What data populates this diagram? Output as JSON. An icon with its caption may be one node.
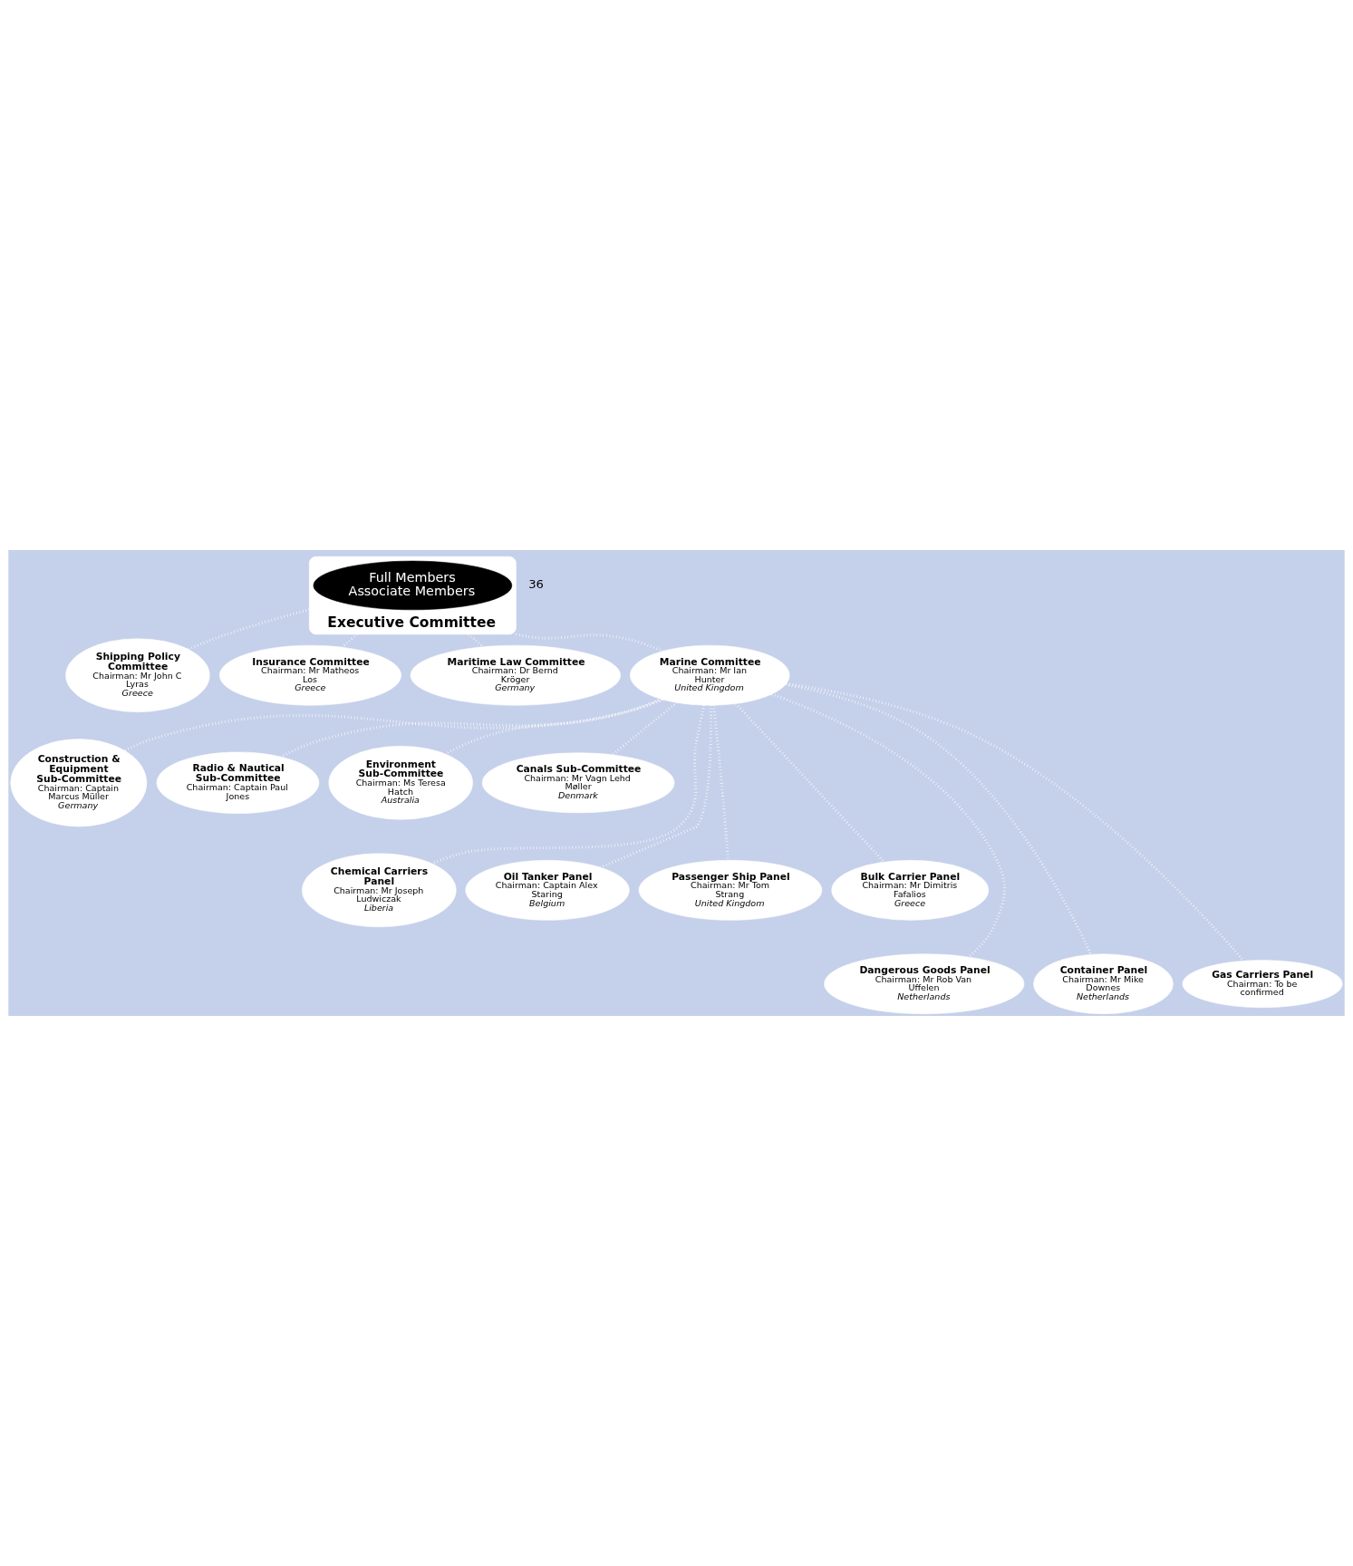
{
  "diagram": {
    "nodes": [
      {
        "text": [
          "Shipping Policy Committee",
          "Chairman: Mr John C Lyras",
          "Greece"
        ]
      },
      {
        "text": [
          "Insurance Committee",
          "Chairman: Mr Matheos Los",
          "Greece"
        ]
      },
      {
        "text": [
          "Maritime Law Committee",
          "Chairman: Dr Bernd Kröger",
          "Germany"
        ]
      },
      {
        "text": [
          "Executive Committee"
        ]
      },
      {
        "text": [
          "Full Members",
          "Associate Members"
        ],
        "in": 3
      },
      {
        "text": [
          "Construction & Equipment Sub-Committee",
          "Chairman: Captain Marcus Müller",
          "Germany"
        ]
      },
      {
        "text": [
          "Radio & Nautical Sub-Committee",
          "Chairman: Captain Paul Jones"
        ]
      },
      {
        "text": [
          "Environment Sub-Committee",
          "Chairman: Ms Teresa Hatch",
          "Australia"
        ]
      },
      {
        "text": [
          "Canals Sub-Committee",
          "Chairman: Mr Vagn Lehd Møller",
          "Denmark"
        ]
      },
      {
        "text": [
          "Marine Committee",
          "Chairman: Mr Ian Hunter",
          "United Kingdom"
        ]
      },
      {
        "text": [
          "Chemical Carriers Panel",
          "Chairman: Mr Joseph Ludwiczak",
          "Liberia"
        ]
      },
      {
        "text": [
          "Oil Tanker Panel",
          "Chairman: Captain Alex Staring",
          "Belgium"
        ]
      },
      {
        "text": [
          "Passenger Ship Panel",
          "Chairman: Mr Tom Strang",
          "United Kingdom"
        ]
      },
      {
        "text": [
          "Bulk Carrier Panel",
          "Chairman: Mr Dimitris Fafalios",
          "Greece"
        ]
      },
      {
        "text": [
          "Dangerous Goods Panel",
          "Chairman: Mr Rob Van Uffelen",
          "Netherlands"
        ]
      },
      {
        "text": [
          "Container Panel",
          "Chairman: Mr Mike Downes",
          "Netherlands"
        ]
      },
      {
        "text": [
          "Gas Carriers Panel",
          "Chairman: To be confirmed"
        ]
      }
    ],
    "edges": [
      {
        "from": 3,
        "to": 1,
        "arrow": "none"
      },
      {
        "from": 3,
        "to": 0,
        "arrow": "none"
      },
      {
        "from": 3,
        "to": 2,
        "arrow": "none"
      },
      {
        "from": 3,
        "to": 9,
        "arrow": "none"
      },
      {
        "from": 9,
        "to": 5,
        "arrow": "none"
      },
      {
        "from": 9,
        "to": 6,
        "arrow": "none"
      },
      {
        "from": 9,
        "to": 7,
        "arrow": "none"
      },
      {
        "from": 9,
        "to": 8,
        "arrow": "none"
      },
      {
        "from": 9,
        "to": 10,
        "arrow": "none"
      },
      {
        "from": 9,
        "to": 11,
        "arrow": "none"
      },
      {
        "from": 9,
        "to": 12,
        "arrow": "none"
      },
      {
        "from": 9,
        "to": 13,
        "arrow": "none"
      },
      {
        "from": 9,
        "to": 14,
        "arrow": "none"
      },
      {
        "from": 9,
        "to": 15,
        "arrow": "none"
      },
      {
        "from": 9,
        "to": 16,
        "arrow": "none"
      }
    ],
    "labels": [
      "36"
    ]
  }
}
